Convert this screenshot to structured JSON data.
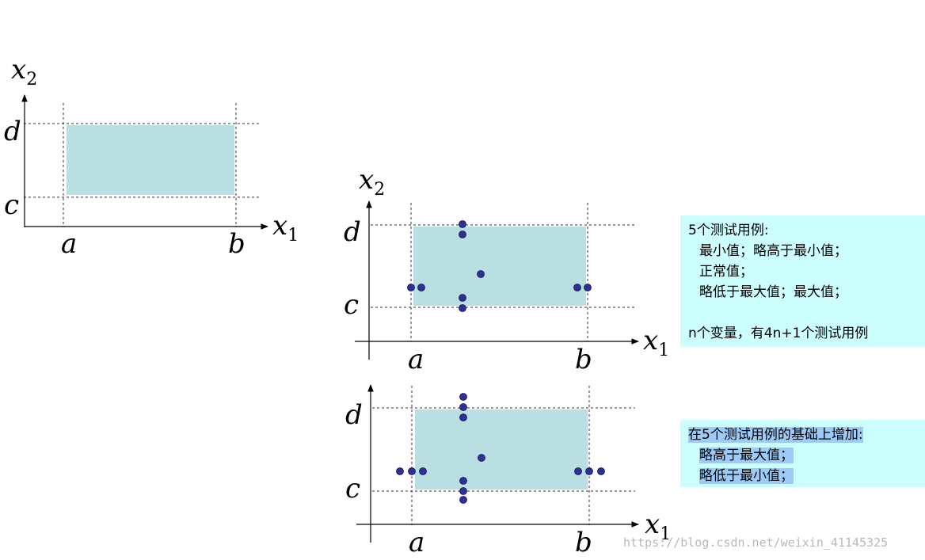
{
  "diagrams": [
    {
      "id": "left",
      "axis_labels": {
        "x": "x",
        "x_sub": "1",
        "y": "x",
        "y_sub": "2"
      },
      "bounds": {
        "a": "a",
        "b": "b",
        "c": "c",
        "d": "d"
      },
      "points": []
    },
    {
      "id": "middle",
      "axis_labels": {
        "x": "x",
        "x_sub": "1",
        "y": "x",
        "y_sub": "2"
      },
      "bounds": {
        "a": "a",
        "b": "b",
        "c": "c",
        "d": "d"
      },
      "points": [
        {
          "x": "mid-left",
          "y": "max"
        },
        {
          "x": "mid-left",
          "y": "max-"
        },
        {
          "x": "nominal",
          "y": "nominal"
        },
        {
          "x": "min",
          "y": "nominal"
        },
        {
          "x": "min+",
          "y": "nominal"
        },
        {
          "x": "max-",
          "y": "nominal"
        },
        {
          "x": "max",
          "y": "nominal"
        },
        {
          "x": "mid-left",
          "y": "min+"
        },
        {
          "x": "mid-left",
          "y": "min"
        }
      ]
    },
    {
      "id": "bottom",
      "axis_labels": {
        "x": "x",
        "x_sub": "1"
      },
      "bounds": {
        "a": "a",
        "b": "b",
        "c": "c",
        "d": "d"
      },
      "points": [
        {
          "x": "mid-left",
          "y": "max+"
        },
        {
          "x": "mid-left",
          "y": "max"
        },
        {
          "x": "mid-left",
          "y": "max-"
        },
        {
          "x": "nominal",
          "y": "nominal"
        },
        {
          "x": "min-",
          "y": "nominal"
        },
        {
          "x": "min",
          "y": "nominal"
        },
        {
          "x": "min+",
          "y": "nominal"
        },
        {
          "x": "max-",
          "y": "nominal"
        },
        {
          "x": "max",
          "y": "nominal"
        },
        {
          "x": "max+",
          "y": "nominal"
        },
        {
          "x": "mid-left",
          "y": "min+"
        },
        {
          "x": "mid-left",
          "y": "min"
        },
        {
          "x": "mid-left",
          "y": "min-"
        }
      ]
    }
  ],
  "note1": {
    "title": "5个测试用例:",
    "line1": "最小值；略高于最小值；",
    "line2": "正常值；",
    "line3": "略低于最大值；最大值；",
    "summary": "n个变量，有4n+1个测试用例"
  },
  "note2": {
    "title": "在5个测试用例的基础上增加:",
    "line1": "略高于最大值；",
    "line2": "略低于最小值；"
  },
  "watermark": "https://blog.csdn.net/weixin_41145325",
  "colors": {
    "region": "#b9dfe3",
    "point": "#2e3192",
    "note_bg": "#ccfefe",
    "highlight": "#9ccbf7"
  }
}
